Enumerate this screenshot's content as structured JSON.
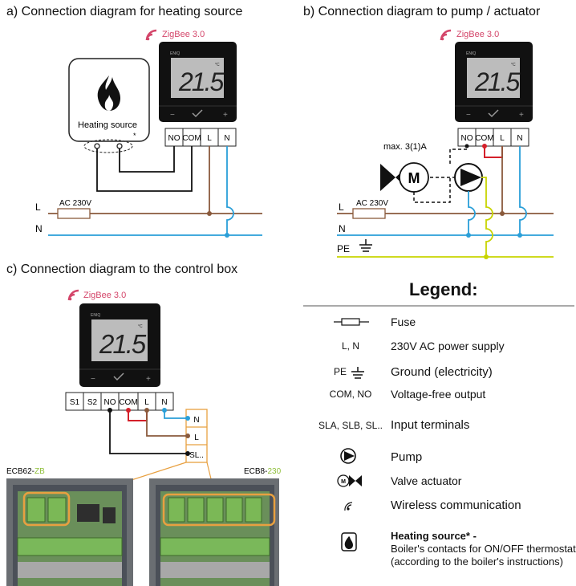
{
  "titles": {
    "a": "a) Connection diagram for heating source",
    "b": "b)  Connection diagram to pump / actuator",
    "c": "c) Connection diagram to the control box"
  },
  "zigbee": "ZigBee 3.0",
  "thermostat": {
    "brand": "ENIQ",
    "display": "21.5",
    "unit": "°C"
  },
  "terminals_ab": [
    "NO",
    "COM",
    "L",
    "N"
  ],
  "terminals_c": [
    "S1",
    "S2",
    "NO",
    "COM",
    "L",
    "N"
  ],
  "box_terminals": [
    "N",
    "L",
    "SL.."
  ],
  "heating_source_label": "Heating source",
  "heating_source_mark": "*",
  "line_L": "L",
  "line_N": "N",
  "line_PE": "PE",
  "ac_label": "AC 230V",
  "max_label": "max. 3(1)A",
  "motor_label": "M",
  "ecb62": {
    "prefix": "ECB62-",
    "suffix": "ZB"
  },
  "ecb8": {
    "prefix": "ECB8-",
    "suffix": "230"
  },
  "legend": {
    "title": "Legend:",
    "items": [
      {
        "symbol_text": "",
        "text": "Fuse"
      },
      {
        "symbol_text": "L, N",
        "text": "230V AC power supply"
      },
      {
        "symbol_text": "PE",
        "text": "Ground (electricity)"
      },
      {
        "symbol_text": "COM, NO",
        "text": "Voltage-free output"
      },
      {
        "symbol_text": "SLA, SLB, SL..",
        "text": "Input terminals"
      },
      {
        "symbol_text": "",
        "text": "Pump"
      },
      {
        "symbol_text": "",
        "text": "Valve actuator"
      },
      {
        "symbol_text": "",
        "text": "Wireless communication"
      }
    ],
    "heating": {
      "title": "Heating source* -",
      "line1": "Boiler's contacts for ON/OFF thermostat",
      "line2": "(according to the boiler's instructions)"
    }
  },
  "colors": {
    "brown": "#8a5a3c",
    "blue": "#2a9fd8",
    "yellow": "#c8d400",
    "green": "#8fbf3a",
    "red": "#d4202a",
    "zigbee": "#d4466a",
    "orange": "#e8a040"
  }
}
